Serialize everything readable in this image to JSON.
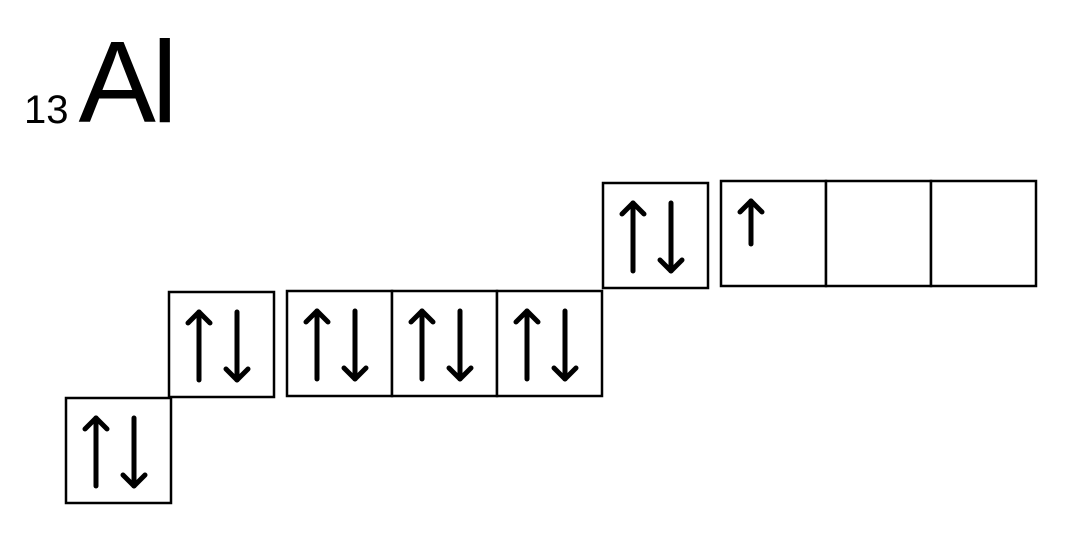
{
  "element": {
    "atomic_number": "13",
    "symbol": "Al"
  },
  "orbital_diagram": {
    "subshells": [
      {
        "id": "1s",
        "boxes": [
          [
            "up",
            "down"
          ]
        ]
      },
      {
        "id": "2s",
        "boxes": [
          [
            "up",
            "down"
          ]
        ]
      },
      {
        "id": "2p",
        "boxes": [
          [
            "up",
            "down"
          ],
          [
            "up",
            "down"
          ],
          [
            "up",
            "down"
          ]
        ]
      },
      {
        "id": "3s",
        "boxes": [
          [
            "up",
            "down"
          ]
        ]
      },
      {
        "id": "3p",
        "boxes": [
          [
            "up"
          ],
          [],
          []
        ]
      }
    ]
  },
  "colors": {
    "line": "#000000",
    "background": "#ffffff"
  }
}
